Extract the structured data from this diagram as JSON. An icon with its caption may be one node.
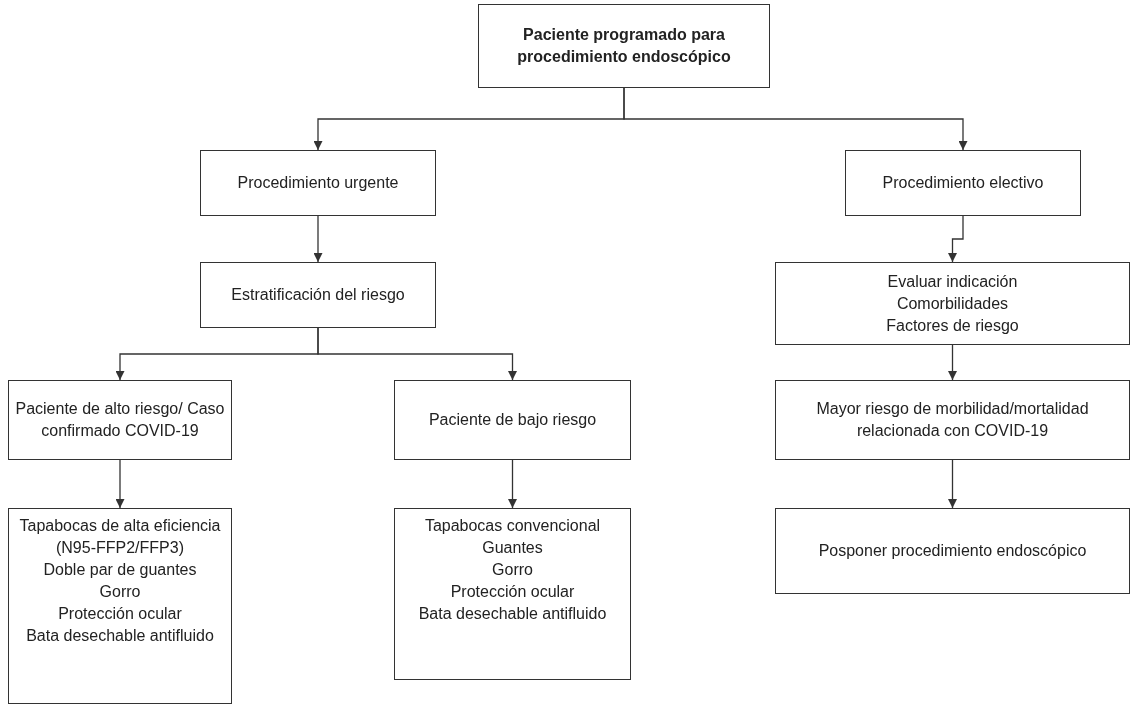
{
  "diagram": {
    "nodes": [
      {
        "text": [
          "Paciente programado para procedimiento endoscópico"
        ]
      },
      {
        "text": [
          "Procedimiento urgente"
        ]
      },
      {
        "text": [
          "Procedimiento electivo"
        ]
      },
      {
        "text": [
          "Estratificación del riesgo"
        ]
      },
      {
        "text": [
          "Paciente de alto riesgo/ Caso confirmado COVID-19"
        ]
      },
      {
        "text": [
          "Paciente de bajo riesgo"
        ]
      },
      {
        "text": [
          "Tapabocas de alta eficiencia (N95-FFP2/FFP3)",
          "Doble par de guantes",
          "Gorro",
          "Protección ocular",
          "Bata desechable antifluido"
        ]
      },
      {
        "text": [
          "Tapabocas convencional",
          "Guantes",
          "Gorro",
          "Protección ocular",
          "Bata desechable antifluido"
        ]
      },
      {
        "text": [
          "Evaluar indicación",
          "Comorbilidades",
          "Factores de riesgo"
        ]
      },
      {
        "text": [
          "Mayor riesgo de morbilidad/mortalidad relacionada con COVID-19"
        ]
      },
      {
        "text": [
          "Posponer procedimiento endoscópico"
        ]
      }
    ],
    "edges": [
      {
        "from": 0,
        "to": 1,
        "arrow": "to"
      },
      {
        "from": 0,
        "to": 2,
        "arrow": "to"
      },
      {
        "from": 1,
        "to": 3,
        "arrow": "to"
      },
      {
        "from": 3,
        "to": 4,
        "arrow": "to"
      },
      {
        "from": 3,
        "to": 5,
        "arrow": "to"
      },
      {
        "from": 4,
        "to": 6,
        "arrow": "to"
      },
      {
        "from": 5,
        "to": 7,
        "arrow": "to"
      },
      {
        "from": 2,
        "to": 8,
        "arrow": "to"
      },
      {
        "from": 8,
        "to": 9,
        "arrow": "to"
      },
      {
        "from": 9,
        "to": 10,
        "arrow": "to"
      }
    ]
  }
}
